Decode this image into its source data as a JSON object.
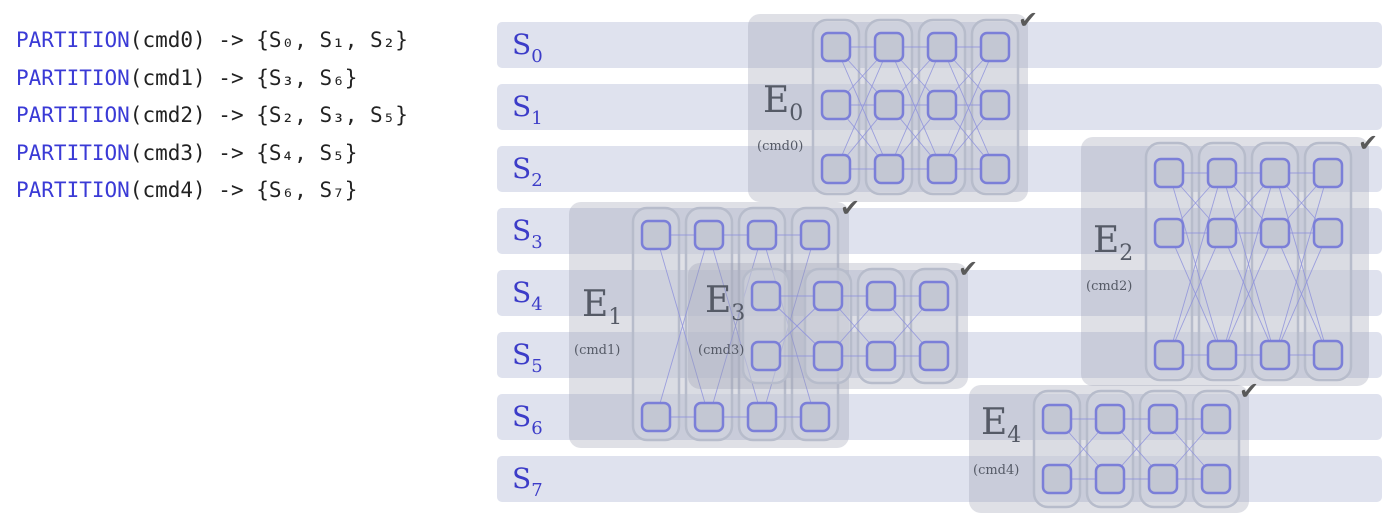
{
  "code_lines": [
    {
      "fn": "PARTITION",
      "arg": "(cmd0)",
      "arrow": " -> ",
      "set": "{S₀, S₁, S₂}"
    },
    {
      "fn": "PARTITION",
      "arg": "(cmd1)",
      "arrow": " -> ",
      "set": "{S₃, S₆}"
    },
    {
      "fn": "PARTITION",
      "arg": "(cmd2)",
      "arrow": " -> ",
      "set": "{S₂, S₃, S₅}"
    },
    {
      "fn": "PARTITION",
      "arg": "(cmd3)",
      "arrow": " -> ",
      "set": "{S₄, S₅}"
    },
    {
      "fn": "PARTITION",
      "arg": "(cmd4)",
      "arrow": " -> ",
      "set": "{S₆, S₇}"
    }
  ],
  "shards": [
    {
      "main": "S",
      "sub": "0"
    },
    {
      "main": "S",
      "sub": "1"
    },
    {
      "main": "S",
      "sub": "2"
    },
    {
      "main": "S",
      "sub": "3"
    },
    {
      "main": "S",
      "sub": "4"
    },
    {
      "main": "S",
      "sub": "5"
    },
    {
      "main": "S",
      "sub": "6"
    },
    {
      "main": "S",
      "sub": "7"
    }
  ],
  "executors": [
    {
      "main": "E",
      "sub": "0",
      "cmd": "(cmd0)",
      "checkmark": "✔"
    },
    {
      "main": "E",
      "sub": "1",
      "cmd": "(cmd1)",
      "checkmark": "✔"
    },
    {
      "main": "E",
      "sub": "2",
      "cmd": "(cmd2)",
      "checkmark": "✔"
    },
    {
      "main": "E",
      "sub": "3",
      "cmd": "(cmd3)",
      "checkmark": "✔"
    },
    {
      "main": "E",
      "sub": "4",
      "cmd": "(cmd4)",
      "checkmark": "✔"
    }
  ],
  "colors": {
    "shard_band": "#dfe2ee",
    "shard_label": "#3c3cc8",
    "executor_box": "#9aa0b2",
    "column_box": "#b7bccb",
    "node_fill": "#c3c7d3",
    "node_stroke": "#7b7fd8",
    "edge": "#8f93dc",
    "executor_label": "#555a66",
    "checkmark": "#5a5a5a"
  }
}
